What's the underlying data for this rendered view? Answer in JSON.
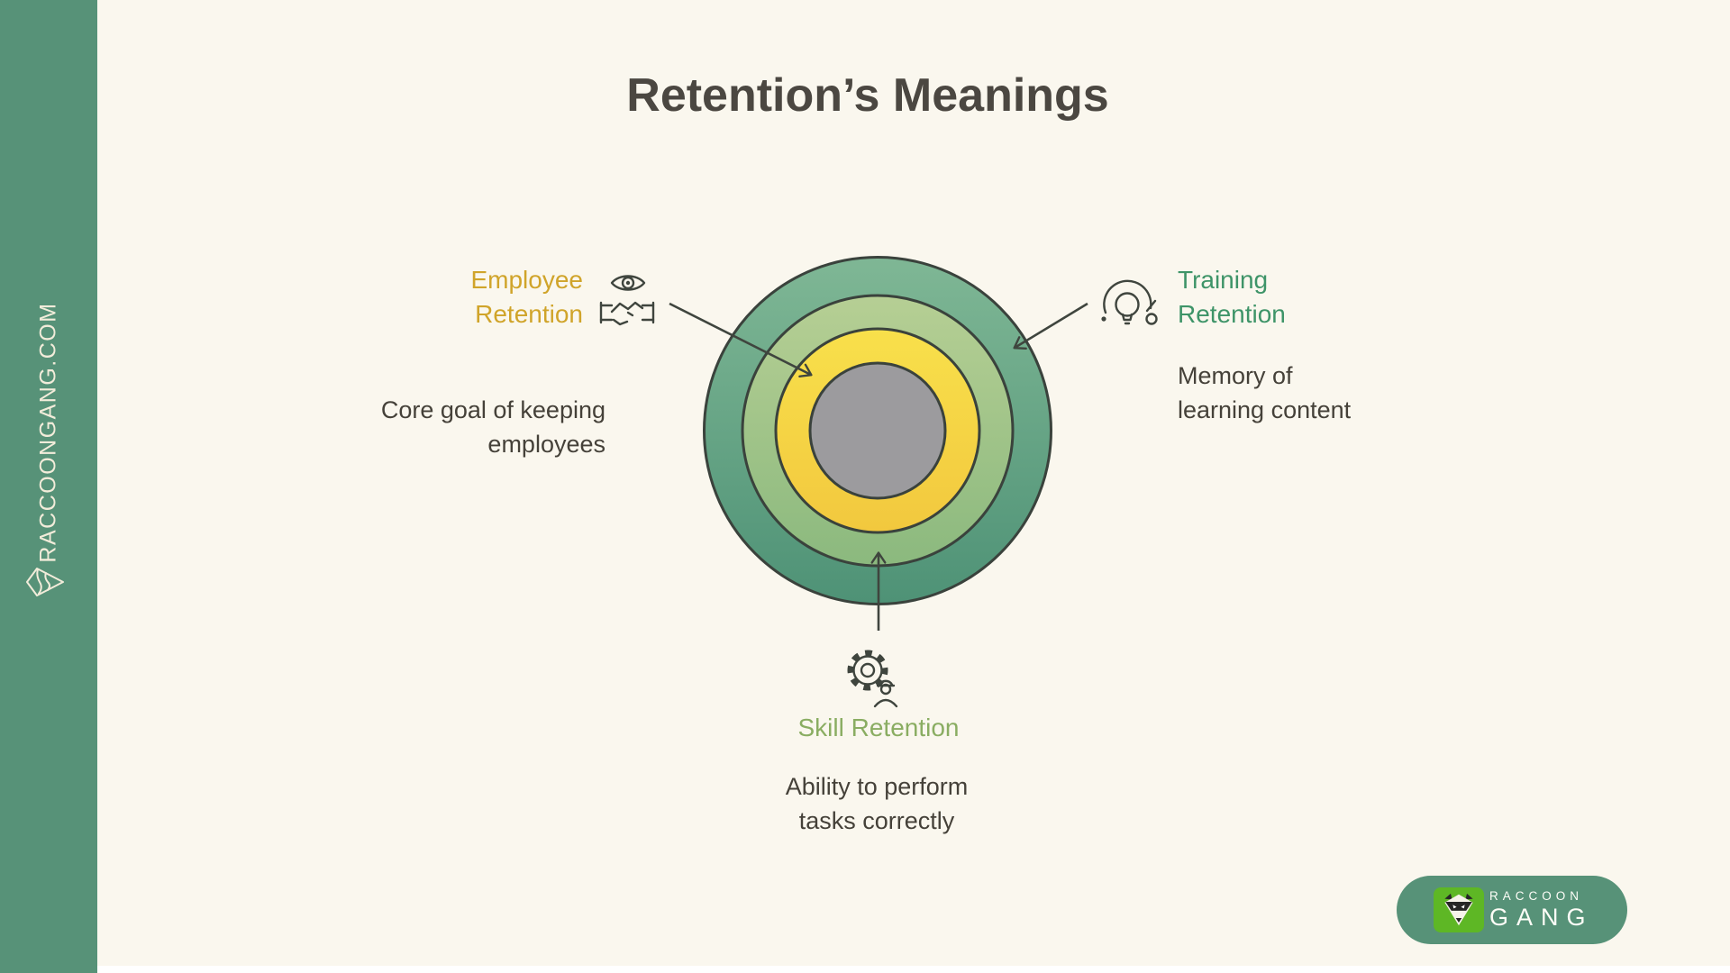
{
  "colors": {
    "bg": "#faf7ee",
    "sidebar": "#579278",
    "cream": "#f2ecda",
    "ink": "#3f453e",
    "line": "#3a423c",
    "text": "#454139",
    "title": "#4b4741",
    "gold": "#d0a42a",
    "green": "#3e9468",
    "olive": "#8aad62",
    "coregray": "#9c9b9e",
    "ring1a": "#7fb795",
    "ring1b": "#4e9276",
    "ring2a": "#b6cf94",
    "ring2b": "#8bb97e",
    "ring3a": "#f8e04b",
    "ring3b": "#f2c83e",
    "badge": "#579278",
    "badgegreen": "#5eb725"
  },
  "sidebar": {
    "url": "RACCOONGANG.COM"
  },
  "header": {
    "title": "Retention’s Meanings"
  },
  "diagram": {
    "type": "concentric-rings",
    "rings": [
      {
        "name": "training-ring",
        "color": "#5e9e80"
      },
      {
        "name": "skill-ring",
        "color": "#9cc287"
      },
      {
        "name": "employee-ring",
        "color": "#f6d845"
      },
      {
        "name": "core-circle",
        "color": "#9c9b9e"
      }
    ]
  },
  "sections": {
    "employee": {
      "accent": "#d0a42a",
      "title_line1": "Employee",
      "title_line2": "Retention",
      "desc_line1": "Core goal of keeping",
      "desc_line2": "employees"
    },
    "training": {
      "accent": "#3e9468",
      "title_line1": "Training",
      "title_line2": "Retention",
      "desc_line1": "Memory of",
      "desc_line2": "learning content"
    },
    "skill": {
      "accent": "#8aad62",
      "title": "Skill Retention",
      "desc_line1": "Ability to perform",
      "desc_line2": "tasks correctly"
    }
  },
  "badge": {
    "word1": "RACCOON",
    "word2": "GANG"
  }
}
